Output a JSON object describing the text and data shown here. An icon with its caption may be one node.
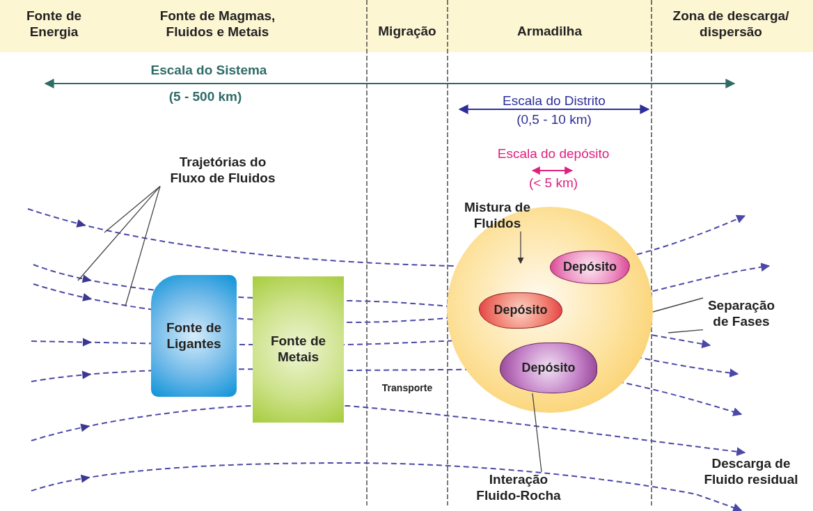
{
  "diagram": {
    "nodes": [
      {
        "text": [
          "Trajetórias do Fluxo de Fluidos"
        ]
      },
      {
        "text": [
          "Mistura de Fluidos"
        ]
      },
      {
        "text": [],
        "shape": "circle"
      },
      {
        "text": [
          "Depósito"
        ],
        "in": 2
      },
      {
        "text": [
          "Fonte de Ligantes"
        ]
      },
      {
        "text": [
          "Depósito"
        ],
        "in": 2
      },
      {
        "text": [
          "Separação de Fases"
        ]
      },
      {
        "text": [
          "Fonte de Metais"
        ]
      },
      {
        "text": [
          "Depósito"
        ],
        "in": 2
      },
      {
        "text": [
          "Interação Fluido-Rocha"
        ]
      }
    ],
    "edges": [
      {
        "from": 0,
        "to": null,
        "arrow": "none"
      },
      {
        "from": 0,
        "to": null,
        "arrow": "none"
      },
      {
        "from": 0,
        "to": null,
        "arrow": "none"
      },
      {
        "from": 1,
        "to": null,
        "arrow": "to"
      },
      {
        "from": 6,
        "to": 2,
        "arrow": "none"
      },
      {
        "from": 6,
        "to": null,
        "arrow": "none"
      },
      {
        "from": 9,
        "to": 8,
        "arrow": "none"
      }
    ],
    "labels": [
      "Fonte de Energia",
      "Fonte de Magmas, Fluidos e Metais",
      "Migração",
      "Armadilha",
      "Zona de descarga/ dispersão",
      "Escala do Sistema",
      "(5 - 500 km)",
      "Escala do Distrito",
      "(0,5 - 10 km)",
      "Escala do depósito",
      "(< 5 km)",
      "Transporte",
      "Descarga de Fluido residual"
    ]
  }
}
